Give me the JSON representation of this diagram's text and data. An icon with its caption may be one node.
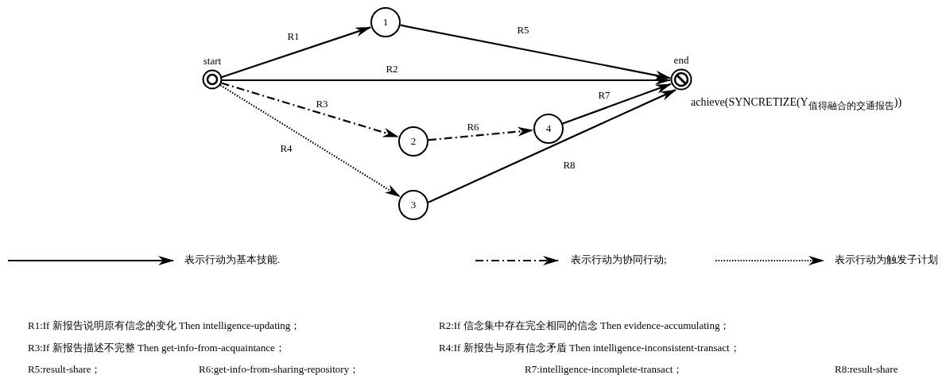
{
  "diagram": {
    "nodes": [
      {
        "text": [
          "start"
        ]
      },
      {
        "text": [
          "1"
        ]
      },
      {
        "text": [
          "2"
        ]
      },
      {
        "text": [
          "3"
        ]
      },
      {
        "text": [
          "4"
        ]
      },
      {
        "text": [
          "end"
        ],
        "beside": [
          "achieve(SYNCRETIZE(Y$_{值得融合的交通报告}$))"
        ]
      }
    ],
    "edges": [
      {
        "from": 0,
        "to": 1,
        "arrow": "to",
        "label": "R1"
      },
      {
        "from": 0,
        "to": 5,
        "arrow": "to",
        "label": "R2"
      },
      {
        "from": 0,
        "to": 2,
        "arrow": "to",
        "label": "R3",
        "style": "dashed"
      },
      {
        "from": 0,
        "to": 3,
        "arrow": "to",
        "label": "R4",
        "style": "dashed"
      },
      {
        "from": 1,
        "to": 5,
        "arrow": "to",
        "label": "R5"
      },
      {
        "from": 2,
        "to": 4,
        "arrow": "to",
        "label": "R6",
        "style": "dashed"
      },
      {
        "from": 4,
        "to": 5,
        "arrow": "to",
        "label": "R7"
      },
      {
        "from": 3,
        "to": 5,
        "arrow": "to",
        "label": "R8"
      }
    ],
    "labels": [
      "R1:If 新报告说明原有信念的变化 Then intelligence-updating；",
      "R2:If 信念集中存在完全相同的信念 Then evidence-accumulating；",
      "R3:If 新报告描述不完整 Then get-info-from-acquaintance；",
      "R4:If 新报告与原有信念矛盾 Then intelligence-inconsistent-transact；",
      "R5:result-share；",
      "R6:get-info-from-sharing-repository；",
      "R7:intelligence-incomplete-transact；",
      "R8:result-share"
    ],
    "legend": [
      {
        "text": "表示行动为基本技能."
      },
      {
        "text": "表示行动为协同行动;"
      },
      {
        "text": "表示行动为触发子计划"
      }
    ]
  }
}
